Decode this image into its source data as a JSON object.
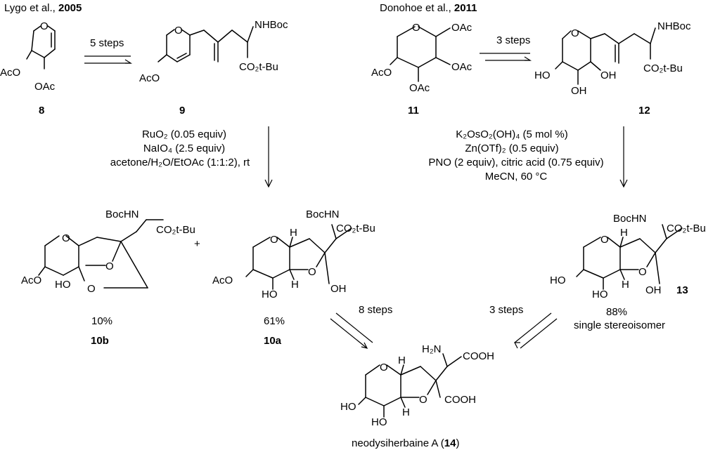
{
  "refs": {
    "lygo": {
      "prefix": "Lygo et al., ",
      "year": "2005"
    },
    "donohoe": {
      "prefix": "Donohoe et al., ",
      "year": "2011"
    }
  },
  "steps": {
    "s5": "5 steps",
    "s3a": "3 steps",
    "s8": "8 steps",
    "s3b": "3 steps"
  },
  "conditions_left": [
    "RuO₂ (0.05 equiv)",
    "NaIO₄ (2.5 equiv)",
    "acetone/H₂O/EtOAc (1:1:2), rt"
  ],
  "conditions_right": [
    "K₂OsO₂(OH)₄ (5 mol %)",
    "Zn(OTf)₂ (0.5 equiv)",
    "PNO (2 equiv), citric acid (0.75 equiv)",
    "MeCN, 60 °C"
  ],
  "compounds": {
    "c8": "8",
    "c9": "9",
    "c11": "11",
    "c12": "12",
    "c10b": "10b",
    "c10a": "10a",
    "c13": "13"
  },
  "yields": {
    "y10b": "10%",
    "y10a": "61%",
    "y13": "88%",
    "y13_note": "single stereoisomer"
  },
  "plus": "+",
  "product": {
    "prefix": "neodysiherbaine A (",
    "number": "14",
    "suffix": ")"
  },
  "atoms": {
    "O": "O",
    "OAc": "OAc",
    "AcO": "AcO",
    "HO": "HO",
    "OH": "OH",
    "H": "H",
    "NHBoc": "NHBoc",
    "BocHN": "BocHN",
    "CO2tBu": "CO₂t-Bu",
    "H2N": "H₂N",
    "COOH": "COOH"
  }
}
